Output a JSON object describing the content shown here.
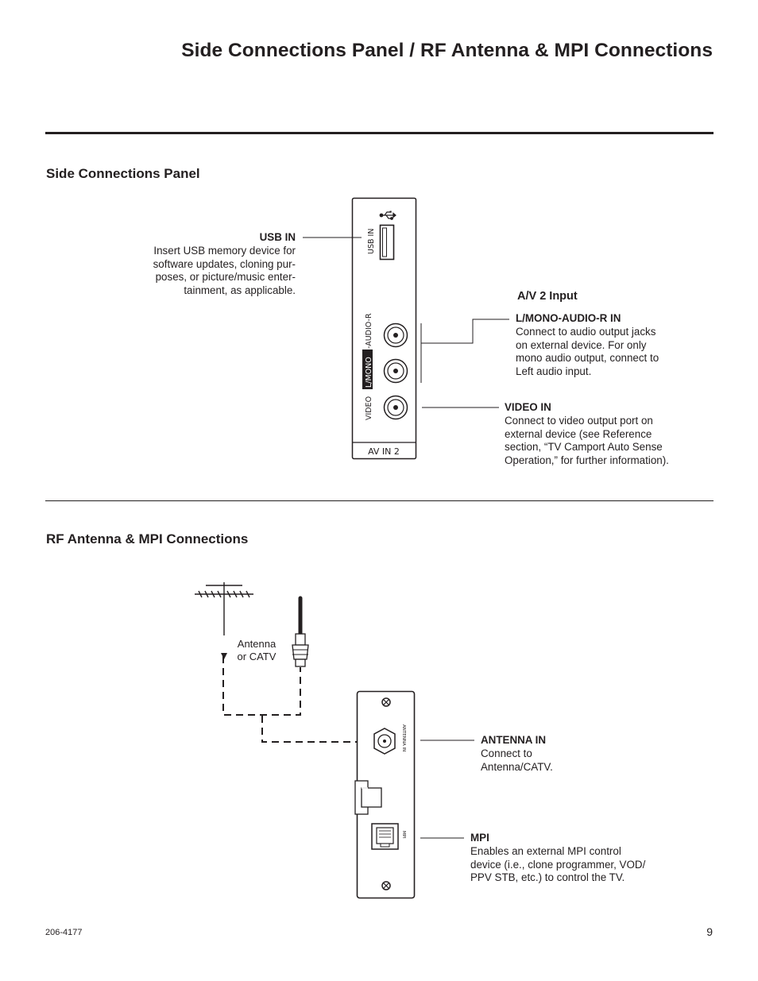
{
  "title": "Side Connections Panel / RF Antenna & MPI Connections",
  "side_panel": {
    "heading": "Side Connections Panel",
    "usb_in": {
      "title": "USB IN",
      "lines": [
        "Insert USB memory device for",
        "software updates, cloning pur-",
        "poses, or picture/music enter-",
        "tainment, as applicable."
      ]
    },
    "av2_heading": "A/V 2 Input",
    "audio_in": {
      "title": "L/MONO-AUDIO-R IN",
      "lines": [
        "Connect to audio output jacks",
        "on external device. For only",
        "mono audio output, connect to",
        "Left audio input."
      ]
    },
    "video_in": {
      "title": "VIDEO IN",
      "lines": [
        "Connect to video output port on",
        "external device (see Reference",
        "section, “TV Camport Auto Sense",
        "Operation,” for further information)."
      ]
    },
    "panel_labels": {
      "usb": "USB IN",
      "audio_mono": "L/MONO",
      "audio_rest": "-AUDIO-R",
      "video": "VIDEO",
      "av_in": "AV IN 2"
    }
  },
  "rf_section": {
    "heading": "RF Antenna & MPI Connections",
    "antenna_label": [
      "Antenna",
      "or CATV"
    ],
    "antenna_in": {
      "title": "ANTENNA IN",
      "lines": [
        "Connect to",
        "Antenna/CATV."
      ]
    },
    "mpi": {
      "title": "MPI",
      "lines": [
        "Enables an external MPI control",
        "device (i.e., clone programmer, VOD/",
        "PPV STB, etc.) to control the TV."
      ]
    },
    "panel_labels": {
      "antenna": "ANTENNA IN",
      "mpi": "MPI"
    }
  },
  "footer": {
    "doc_number": "206-4177",
    "page_number": "9"
  }
}
